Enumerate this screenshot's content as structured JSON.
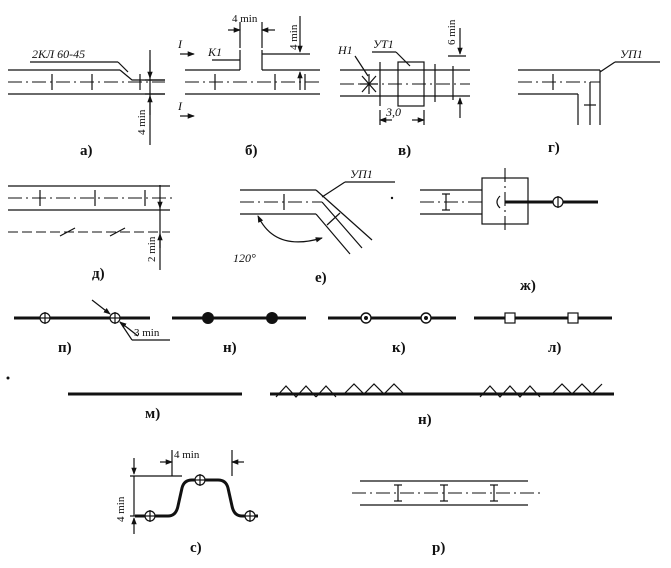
{
  "captions": {
    "a": "а)",
    "b": "б)",
    "v": "в)",
    "g": "г)",
    "d": "д)",
    "e": "е)",
    "zh": "ж)",
    "p": "п)",
    "n1": "н)",
    "k": "к)",
    "l": "л)",
    "m": "м)",
    "n2": "н)",
    "s": "с)",
    "r": "р)"
  },
  "annotations": {
    "a_mark": "2КЛ 60-45",
    "b_section1": "I",
    "b_section2": "I",
    "b_mark": "К1",
    "v_mark1": "Н1",
    "v_mark2": "УТ1",
    "g_mark": "УП1",
    "e_mark": "УП1",
    "e_angle": "120°"
  },
  "dimensions": {
    "a_vert": "4 min",
    "b_horiz": "4 min",
    "b_vert": "4 min",
    "v_vert": "6 min",
    "v_horiz": "3,0",
    "d_vert": "2 min",
    "p_dim": "3 min",
    "s_horiz": "4 min",
    "s_vert": "4 min"
  }
}
